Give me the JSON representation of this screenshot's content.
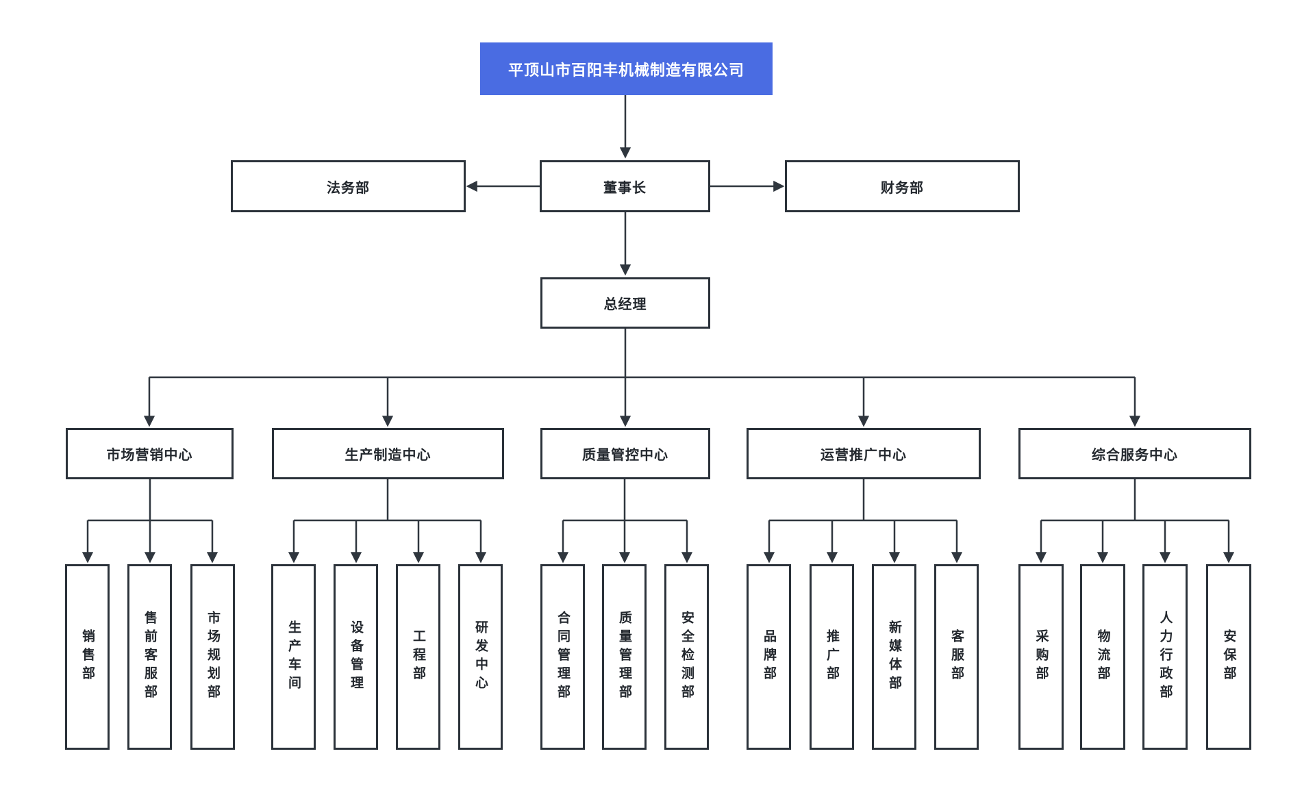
{
  "org": {
    "root": {
      "label": "平顶山市百阳丰机械制造有限公司"
    },
    "chairman": {
      "label": "董事长"
    },
    "legal": {
      "label": "法务部"
    },
    "finance": {
      "label": "财务部"
    },
    "general_manager": {
      "label": "总经理"
    },
    "centers": [
      {
        "label": "市场营销中心",
        "departments": [
          "销售部",
          "售前客服部",
          "市场规划部"
        ]
      },
      {
        "label": "生产制造中心",
        "departments": [
          "生产车间",
          "设备管理",
          "工程部",
          "研发中心"
        ]
      },
      {
        "label": "质量管控中心",
        "departments": [
          "合同管理部",
          "质量管理部",
          "安全检测部"
        ]
      },
      {
        "label": "运营推广中心",
        "departments": [
          "品牌部",
          "推广部",
          "新媒体部",
          "客服部"
        ]
      },
      {
        "label": "综合服务中心",
        "departments": [
          "采购部",
          "物流部",
          "人力行政部",
          "安保部"
        ]
      }
    ]
  },
  "colors": {
    "accent_blue": "#4a6ce2",
    "line": "#2f363e",
    "box_border": "#2b323a",
    "text": "#23282e",
    "background": "#ffffff"
  }
}
